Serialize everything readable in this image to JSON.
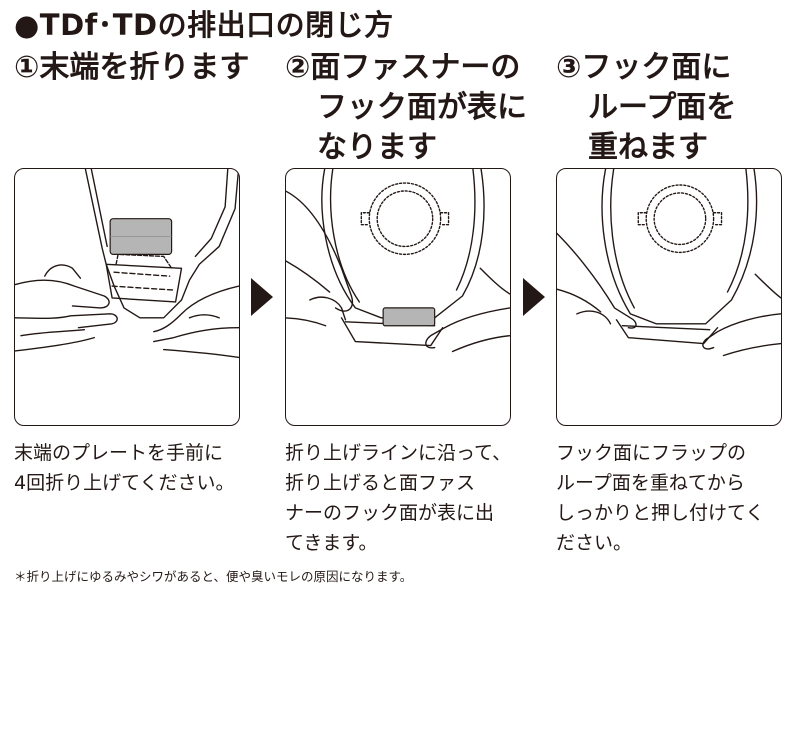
{
  "title": "●TDf･TDの排出口の閉じ方",
  "steps": [
    {
      "heading_lines": [
        "①末端を折ります"
      ],
      "desc_lines": [
        "末端のプレートを手前に",
        "4回折り上げてください。"
      ]
    },
    {
      "heading_lines": [
        "②面ファスナーの",
        "フック面が表に",
        "なります"
      ],
      "desc_lines": [
        "折り上げラインに沿って、",
        "折り上げると面ファス",
        "ナーのフック面が表に出",
        "てきます。"
      ]
    },
    {
      "heading_lines": [
        "③フック面に",
        "ループ面を",
        "重ねます"
      ],
      "desc_lines": [
        "フック面にフラップの",
        "ループ面を重ねてから",
        "しっかりと押し付けてく",
        "ださい。"
      ]
    }
  ],
  "footnote": "＊折り上げにゆるみやシワがあると、便や臭いモレの原因になります。",
  "icons": {
    "step_arrow": "right-triangle-arrow",
    "step1_image": "hands-folding-pouch-outlet-illustration",
    "step2_image": "hands-hook-side-exposed-illustration",
    "step3_image": "hands-pressing-flap-illustration"
  },
  "colors": {
    "text": "#231815",
    "hook_patch": "#b5b5b5"
  }
}
